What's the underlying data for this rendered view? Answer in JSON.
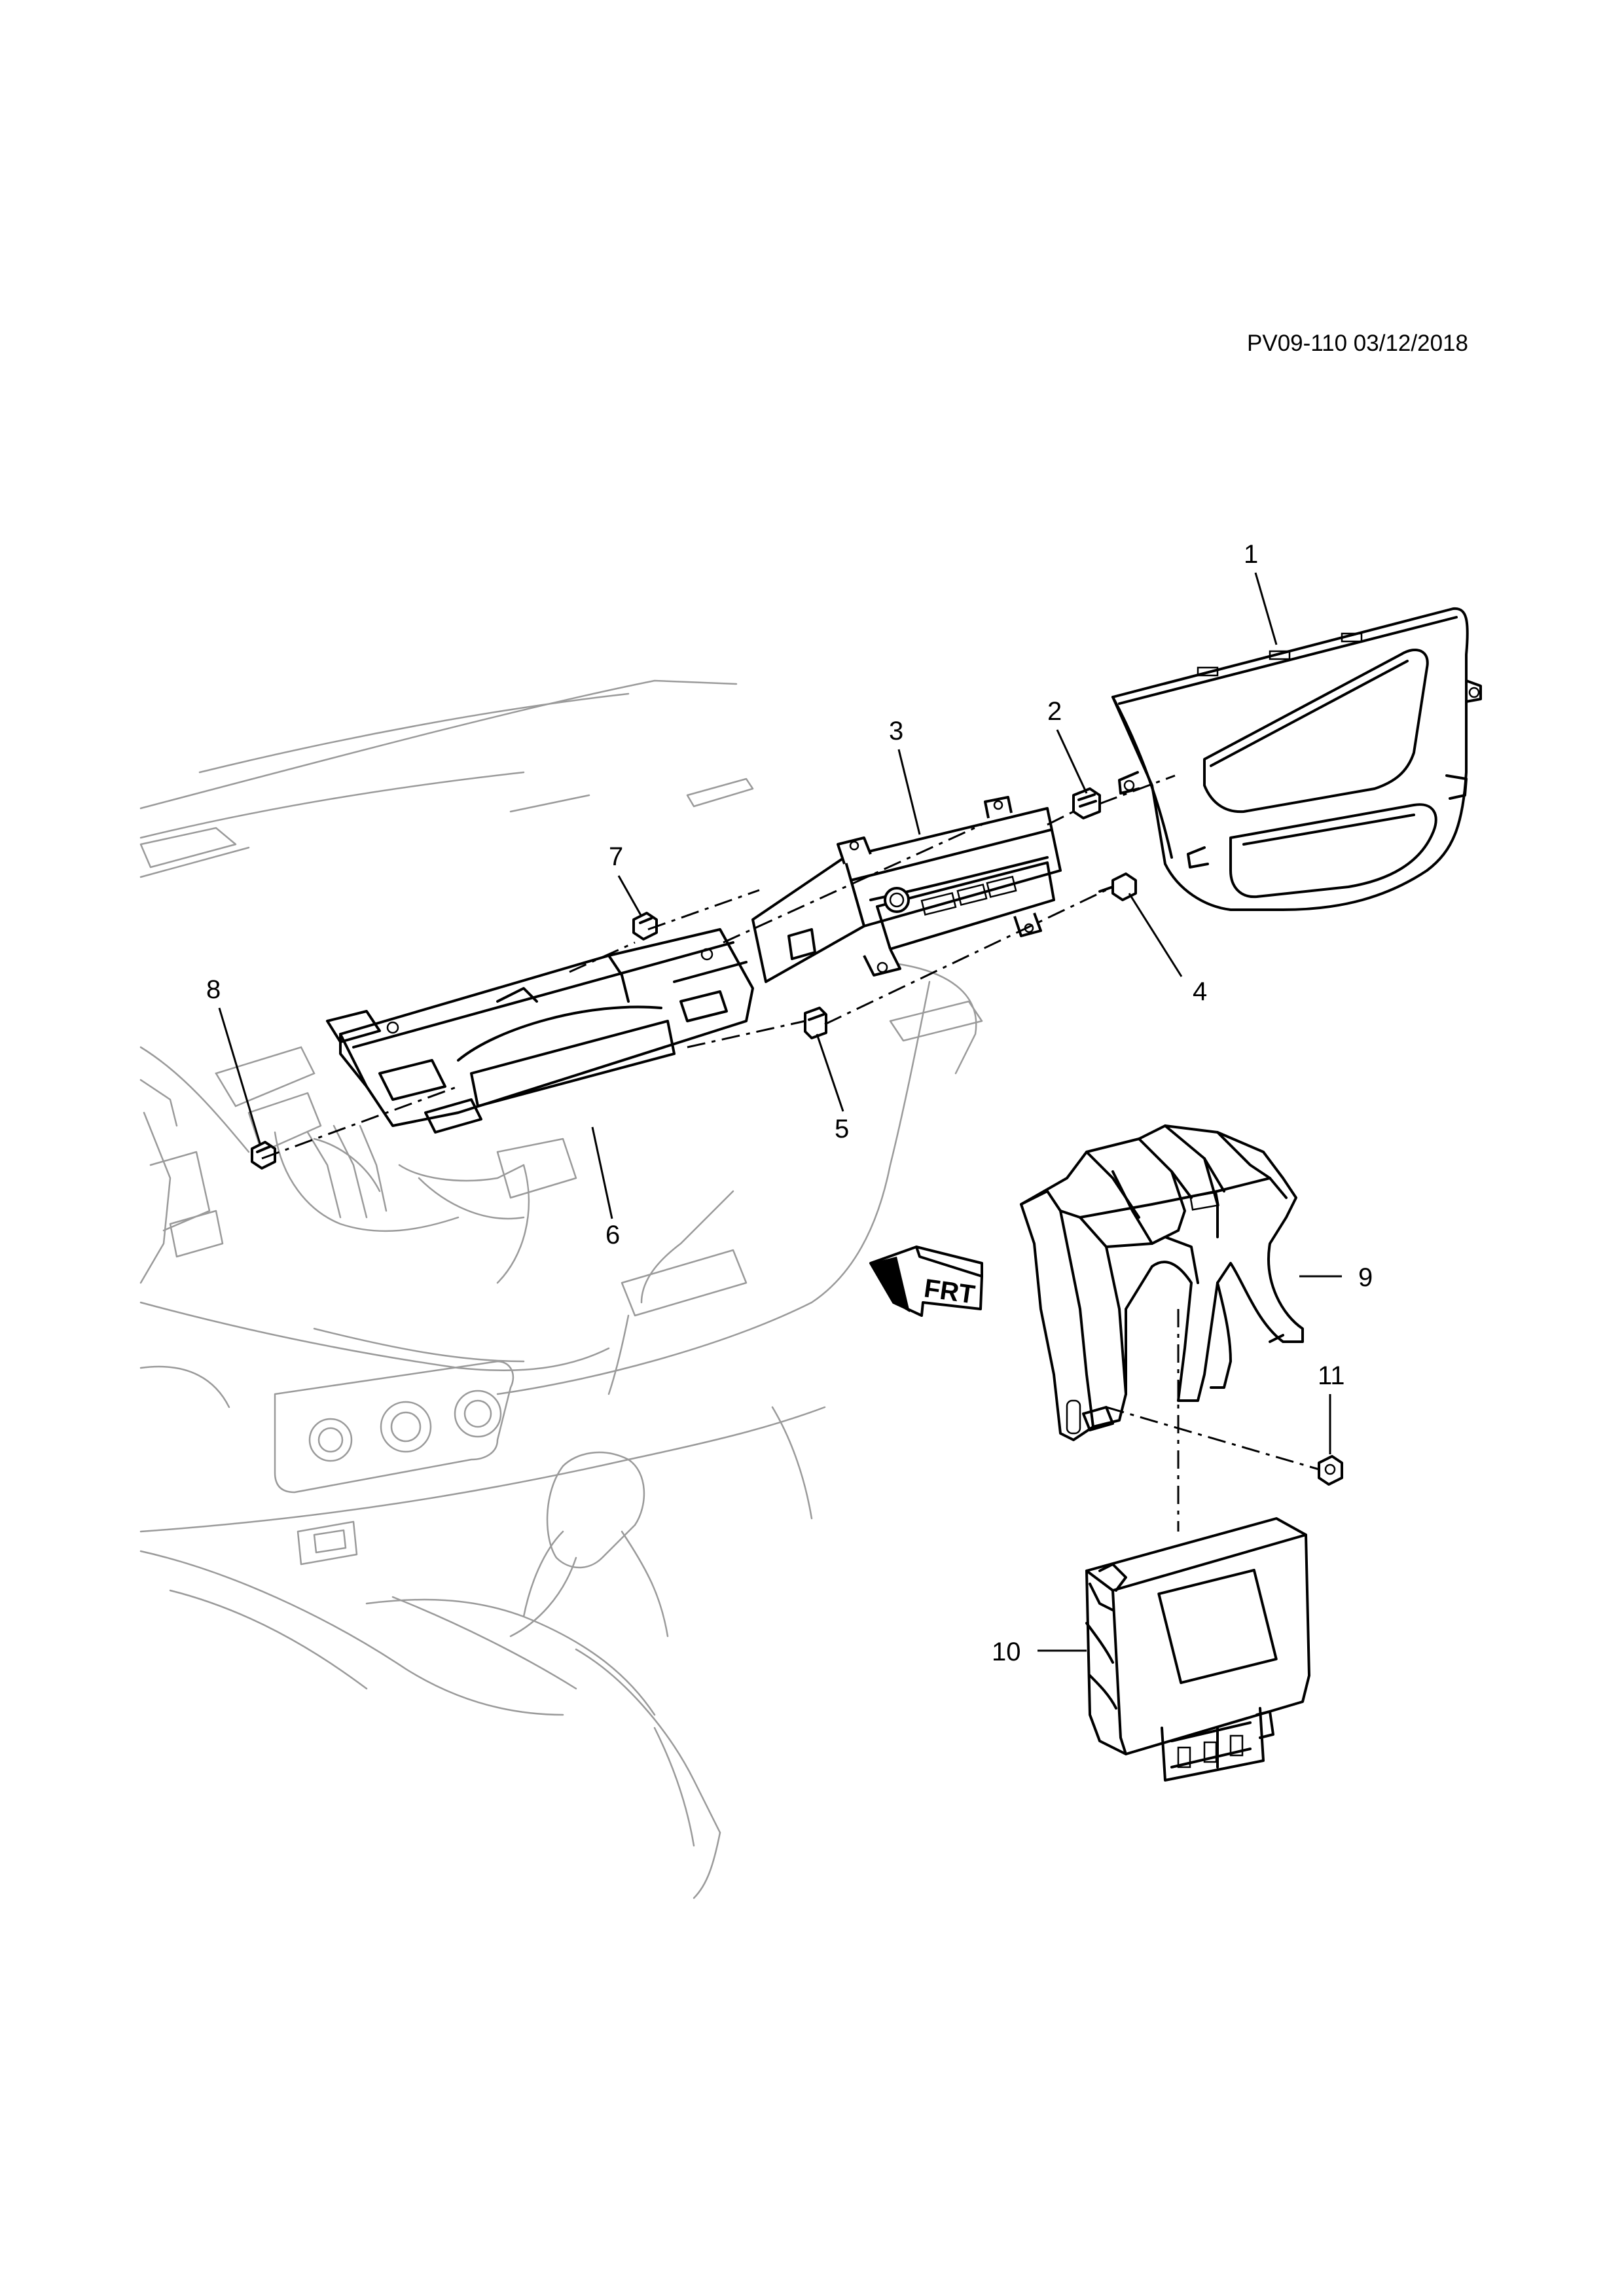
{
  "header": {
    "drawing_id": "PV09-110 03/12/2018"
  },
  "callouts": [
    {
      "id": "1",
      "label": "1"
    },
    {
      "id": "2",
      "label": "2"
    },
    {
      "id": "3",
      "label": "3"
    },
    {
      "id": "4",
      "label": "4"
    },
    {
      "id": "5",
      "label": "5"
    },
    {
      "id": "6",
      "label": "6"
    },
    {
      "id": "7",
      "label": "7"
    },
    {
      "id": "8",
      "label": "8"
    },
    {
      "id": "9",
      "label": "9"
    },
    {
      "id": "10",
      "label": "10"
    },
    {
      "id": "11",
      "label": "11"
    }
  ],
  "front_arrow": {
    "label": "FRT"
  }
}
